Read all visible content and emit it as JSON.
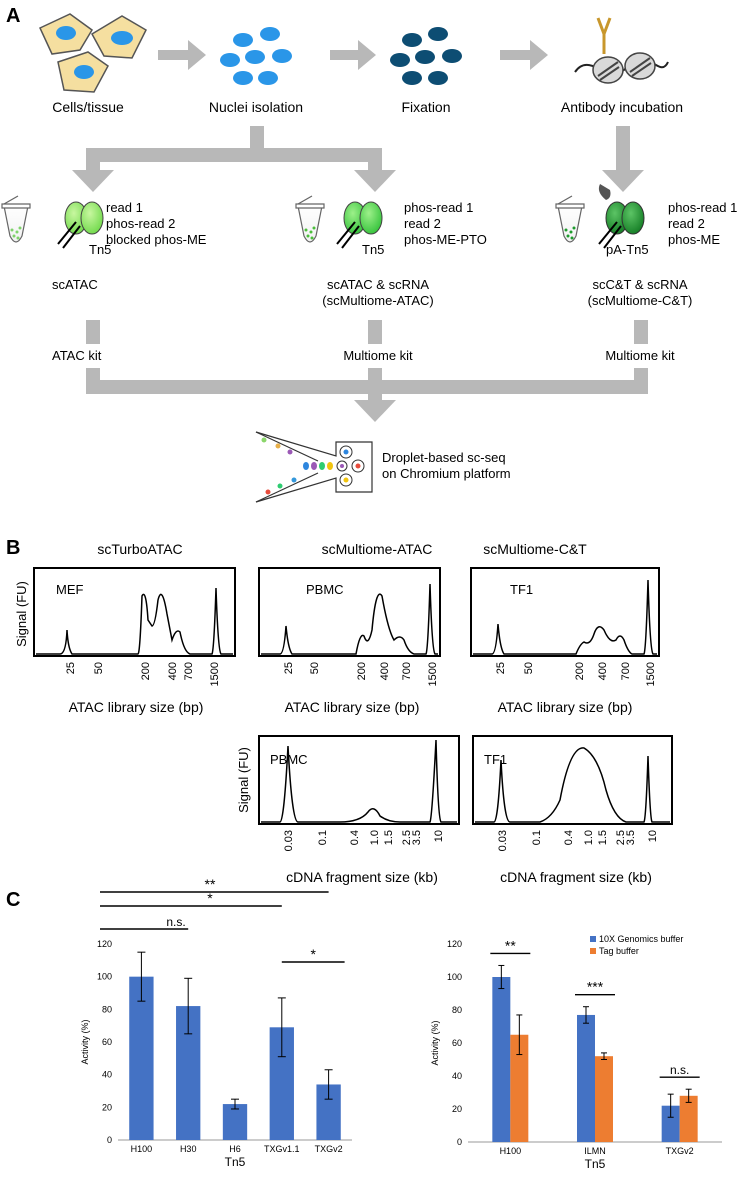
{
  "panel_a": {
    "letter": "A",
    "steps": [
      "Cells/tissue",
      "Nuclei isolation",
      "Fixation",
      "Antibody incubation"
    ],
    "assays": [
      {
        "enzyme": "Tn5",
        "adapters": [
          "read 1",
          "phos-read 2",
          "blocked phos-ME"
        ],
        "name_lines": [
          "scATAC"
        ],
        "kit": "ATAC kit"
      },
      {
        "enzyme": "Tn5",
        "adapters": [
          "phos-read 1",
          "read 2",
          "phos-ME-PTO"
        ],
        "name_lines": [
          "scATAC & scRNA",
          "(scMultiome-ATAC)"
        ],
        "kit": "Multiome kit"
      },
      {
        "enzyme": "pA-Tn5",
        "adapters": [
          "phos-read 1",
          "read 2",
          "phos-ME"
        ],
        "name_lines": [
          "scC&T & scRNA",
          "(scMultiome-C&T)"
        ],
        "kit": "Multiome kit"
      }
    ],
    "platform_lines": [
      "Droplet-based sc-seq",
      "on Chromium platform"
    ],
    "colors": {
      "cell": "#f5dfa0",
      "nucleus": "#2a96e8",
      "fixed": "#0d4d73",
      "arrow": "#b8b8b8",
      "tn5_light": "#8ee860",
      "tn5_mid": "#4cd13a",
      "tn5_dark": "#1f9c2e",
      "antibody": "#c8972c"
    }
  },
  "panel_b": {
    "letter": "B",
    "ylabel": "Signal (FU)",
    "atac_titles": [
      "scTurboATAC",
      "scMultiome-ATAC",
      "scMultiome-C&T"
    ],
    "atac_samples": [
      "MEF",
      "PBMC",
      "TF1"
    ],
    "atac_xlabel": "ATAC library size (bp)",
    "atac_ticks": [
      "25",
      "50",
      "200",
      "400",
      "700",
      "1500"
    ],
    "cdna_samples": [
      "PBMC",
      "TF1"
    ],
    "cdna_xlabel": "cDNA  fragment size (kb)",
    "cdna_ticks": [
      "0.03",
      "0.1",
      "0.4",
      "1.0",
      "1.5",
      "2.5",
      "3.5",
      "10"
    ]
  },
  "panel_c": {
    "letter": "C",
    "chart_data": [
      {
        "type": "bar",
        "categories": [
          "H100",
          "H30",
          "H6",
          "TXGv1.1",
          "TXGv2"
        ],
        "values": [
          100,
          82,
          22,
          69,
          34
        ],
        "errors": [
          15,
          17,
          3,
          18,
          9
        ],
        "xlabel": "Tn5",
        "ylabel": "Activity (%)",
        "ylim": [
          0,
          120
        ],
        "yticks": [
          "0",
          "20",
          "40",
          "60",
          "80",
          "100",
          "120"
        ],
        "bar_color": "#4472c4",
        "significance": [
          {
            "pair": [
              "H100",
              "H30"
            ],
            "label": "n.s."
          },
          {
            "pair": [
              "H100",
              "TXGv1.1"
            ],
            "label": "*"
          },
          {
            "pair": [
              "H100",
              "TXGv2"
            ],
            "label": "**"
          },
          {
            "pair": [
              "TXGv1.1",
              "TXGv2"
            ],
            "label": "*"
          }
        ]
      },
      {
        "type": "bar",
        "categories": [
          "H100",
          "ILMN",
          "TXGv2"
        ],
        "series": [
          {
            "name": "10X Genomics buffer",
            "values": [
              100,
              77,
              22
            ],
            "errors": [
              7,
              5,
              7
            ],
            "color": "#4472c4"
          },
          {
            "name": "Tag buffer",
            "values": [
              65,
              52,
              28
            ],
            "errors": [
              12,
              2,
              4
            ],
            "color": "#ed7d31"
          }
        ],
        "xlabel": "Tn5",
        "ylabel": "Activity (%)",
        "ylim": [
          0,
          120
        ],
        "yticks": [
          "0",
          "20",
          "40",
          "60",
          "80",
          "100",
          "120"
        ],
        "legend_position": "top-right",
        "significance": [
          "**",
          "***",
          "n.s."
        ]
      }
    ]
  }
}
